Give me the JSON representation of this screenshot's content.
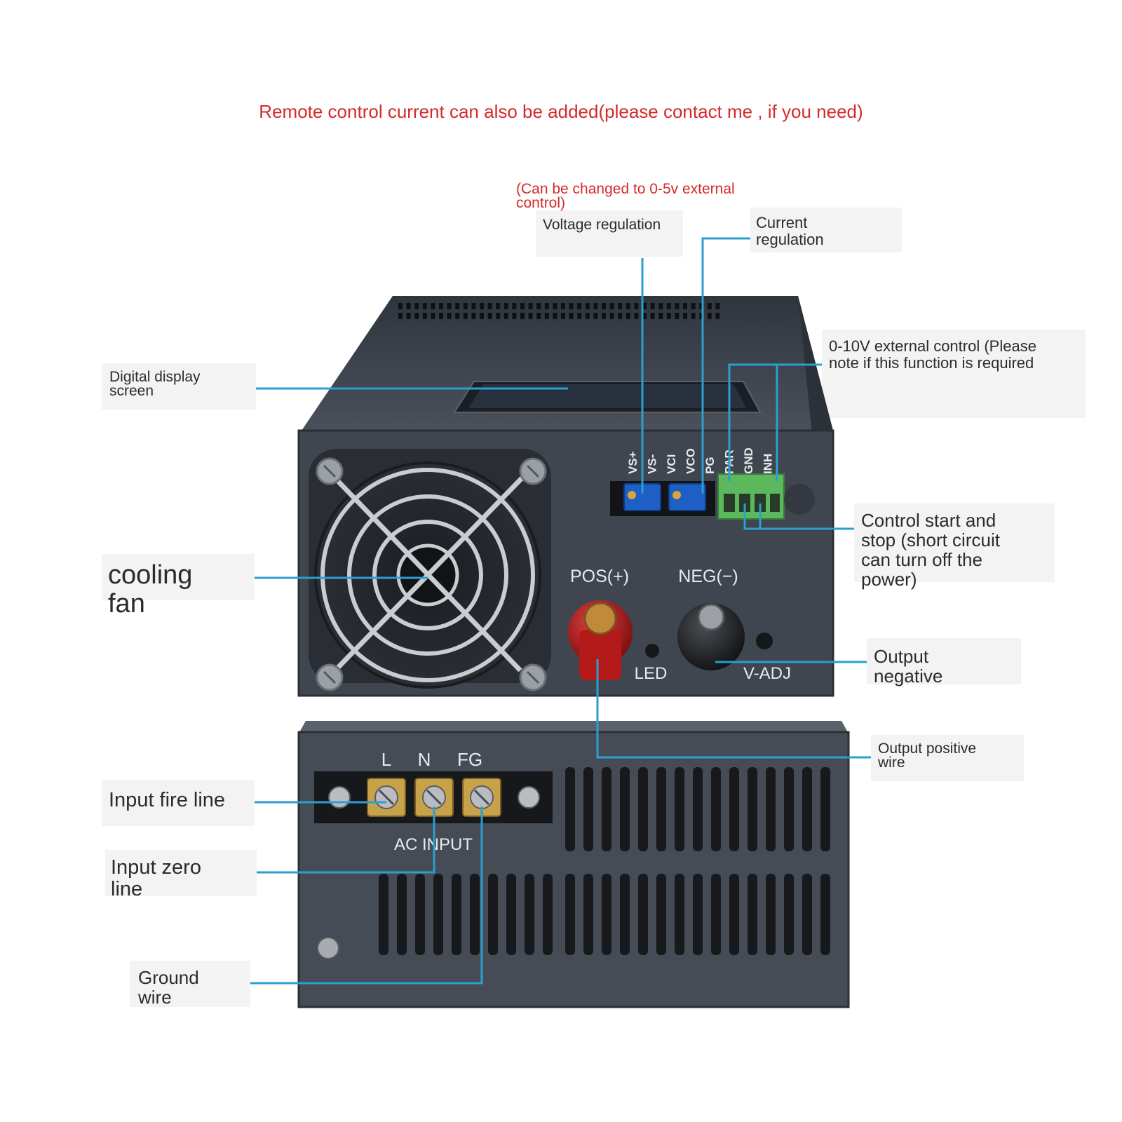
{
  "header": {
    "notice": "Remote control current can also be added(please contact me , if you need)",
    "note": "(Can be changed to 0-5v external\ncontrol)"
  },
  "callouts": {
    "voltage_regulation": "Voltage regulation",
    "current_regulation": "Current\nregulation",
    "external_control": "0-10V external control (Please\nnote if this function is required",
    "digital_display": "Digital display\nscreen",
    "cooling_fan": "cooling\nfan",
    "control_start_stop": "Control start and\nstop (short circuit\ncan turn off the\npower)",
    "output_negative": "Output\nnegative",
    "output_positive": "Output positive\nwire",
    "input_fire_line": "Input fire line",
    "input_zero_line": "Input zero\nline",
    "ground_wire": "Ground\nwire"
  },
  "device": {
    "pins": [
      "VS+",
      "VS-",
      "VCI",
      "VCO",
      "PG",
      "PAR",
      "GND",
      "INH"
    ],
    "pos_label": "POS(+)",
    "neg_label": "NEG(−)",
    "led_label": "LED",
    "vadj_label": "V-ADJ",
    "terminal_labels": [
      "L",
      "N",
      "FG"
    ],
    "ac_input_label": "AC INPUT"
  },
  "colors": {
    "notice_red": "#d42a2a",
    "leader_blue": "#2a9fd0",
    "case_dark": "#3f4650",
    "trimmer_blue": "#1d5fc4",
    "connector_green": "#5cb85c",
    "pos_terminal_red": "#b41a1a"
  }
}
